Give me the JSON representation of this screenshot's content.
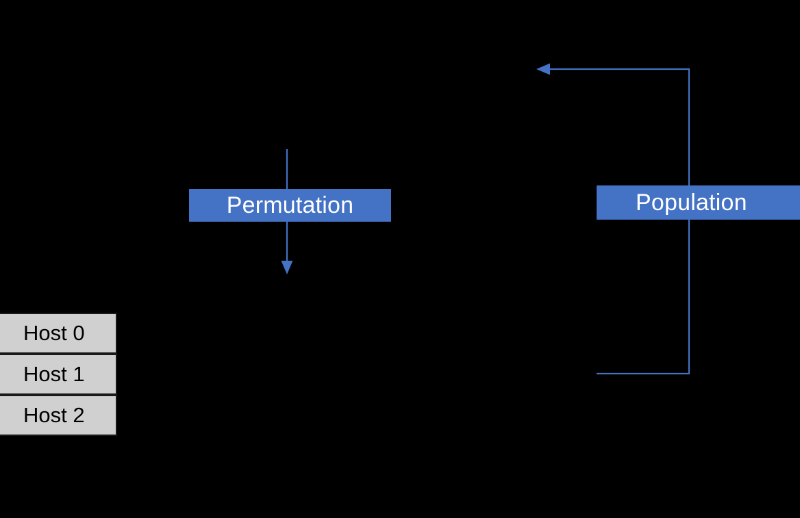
{
  "diagram": {
    "background_color": "#000000",
    "accent_color": "#4472C4",
    "box_text_color": "#FFFFFF",
    "host_fill_color": "#D0D0D0",
    "host_border_color": "#1A1A1A",
    "host_text_color": "#000000",
    "connector_color": "#4472C4"
  },
  "nodes": {
    "permutation": {
      "label": "Permutation"
    },
    "population": {
      "label": "Population"
    }
  },
  "hosts": {
    "items": [
      {
        "label": "Host 0"
      },
      {
        "label": "Host 1"
      },
      {
        "label": "Host 2"
      }
    ]
  },
  "connectors": {
    "permutation_down": {
      "name": "permutation-down-arrow",
      "direction": "down"
    },
    "population_feedback": {
      "name": "population-feedback-arrow",
      "direction": "left"
    }
  }
}
